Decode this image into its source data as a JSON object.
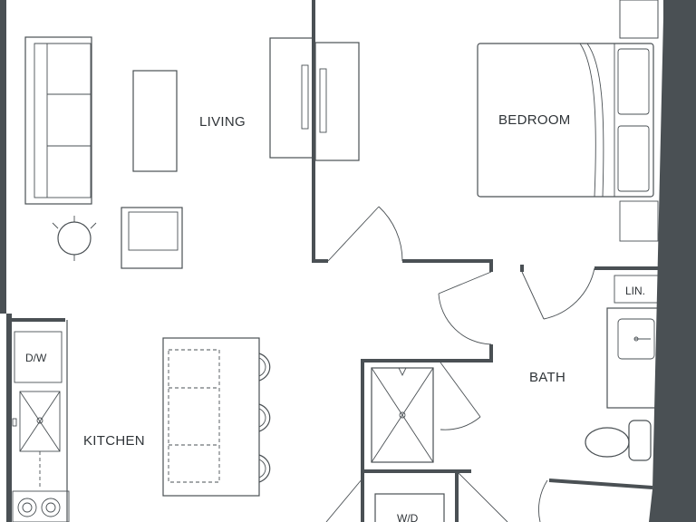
{
  "rooms": {
    "living": "LIVING",
    "bedroom": "BEDROOM",
    "bath": "BATH",
    "kitchen": "KITCHEN"
  },
  "fixtures": {
    "dishwasher": "D/W",
    "linen": "LIN.",
    "washer_dryer": "W/D"
  },
  "colors": {
    "wall": "#4a5054",
    "line": "#4a5054",
    "background": "#ffffff"
  }
}
